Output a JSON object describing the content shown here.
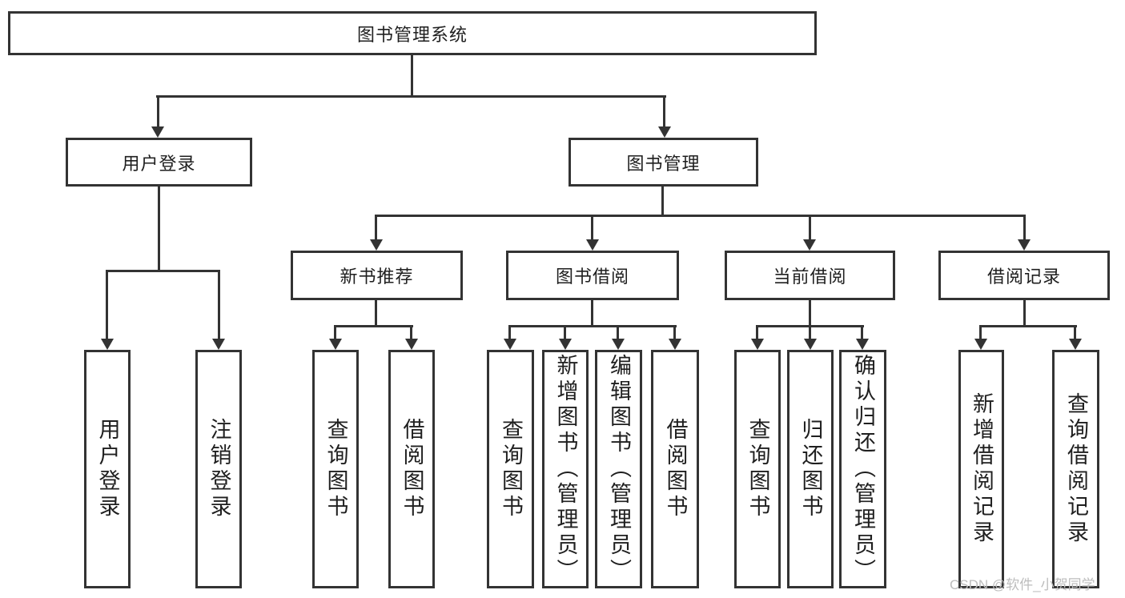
{
  "colors": {
    "line": "#333333",
    "text": "#1f1f1f",
    "watermark": "#bdbdbd",
    "background": "#ffffff"
  },
  "watermark": "CSDN @软件_小贺同学",
  "nodes": {
    "root": {
      "label": "图书管理系统"
    },
    "level2": [
      {
        "label": "用户登录"
      },
      {
        "label": "图书管理"
      }
    ],
    "level3": [
      {
        "label": "新书推荐",
        "parent": "图书管理"
      },
      {
        "label": "图书借阅",
        "parent": "图书管理"
      },
      {
        "label": "当前借阅",
        "parent": "图书管理"
      },
      {
        "label": "借阅记录",
        "parent": "图书管理"
      }
    ],
    "leaves": [
      {
        "label": "用户登录",
        "parent": "用户登录"
      },
      {
        "label": "注销登录",
        "parent": "用户登录"
      },
      {
        "label": "查询图书",
        "parent": "新书推荐"
      },
      {
        "label": "借阅图书",
        "parent": "新书推荐"
      },
      {
        "label": "查询图书",
        "parent": "图书借阅"
      },
      {
        "label": "新增图书（管理员）",
        "parent": "图书借阅"
      },
      {
        "label": "编辑图书（管理员）",
        "parent": "图书借阅"
      },
      {
        "label": "借阅图书",
        "parent": "图书借阅"
      },
      {
        "label": "查询图书",
        "parent": "当前借阅"
      },
      {
        "label": "归还图书",
        "parent": "当前借阅"
      },
      {
        "label": "确认归还（管理员）",
        "parent": "当前借阅"
      },
      {
        "label": "新增借阅记录",
        "parent": "借阅记录"
      },
      {
        "label": "查询借阅记录",
        "parent": "借阅记录"
      }
    ]
  }
}
